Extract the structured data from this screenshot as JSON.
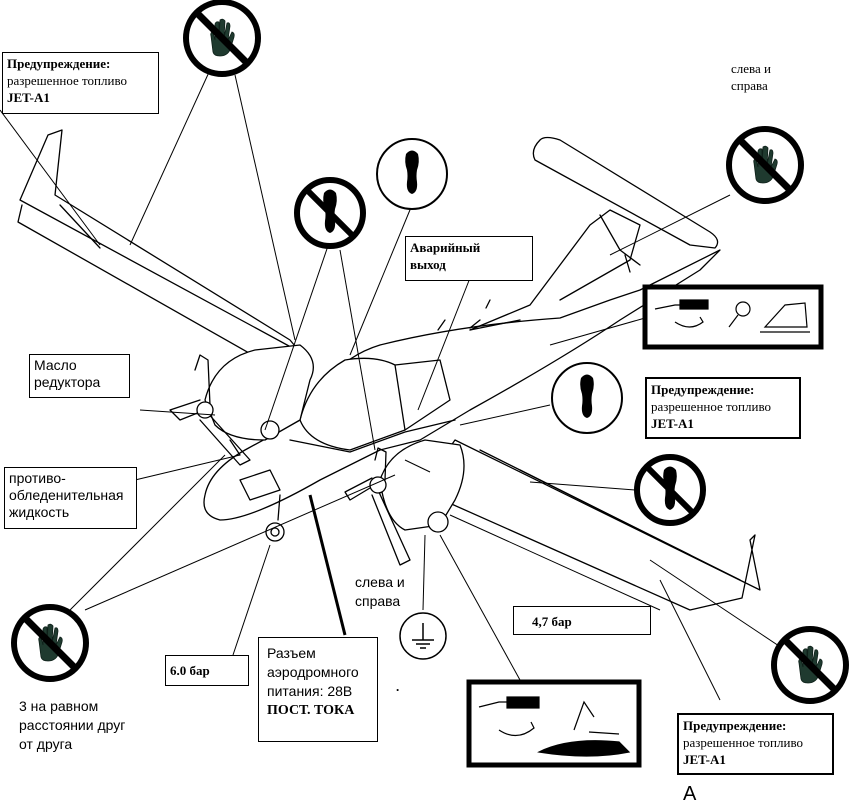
{
  "warning_fuel": {
    "title": "Предупреждение:",
    "line": "разрешенное топливо",
    "fuel": "JET-A1"
  },
  "labels": {
    "both_sides_top": [
      "слева и",
      "справа"
    ],
    "both_sides_bottom": [
      "слева и",
      "справа"
    ],
    "emergency_exit": [
      "Аварийный",
      "выход"
    ],
    "gear_oil": [
      "Масло",
      "редуктора"
    ],
    "deice_fluid": [
      "противо-",
      "обледенительная",
      "жидкость"
    ],
    "equal_distance": [
      "3 на равном",
      "расстоянии друг",
      "от друга"
    ],
    "ground_power": [
      "Разъем",
      "аэродромного",
      "питания: 28В",
      "ПОСТ. ТОКА"
    ],
    "pressure_nose": "6.0 бар",
    "pressure_main": "4,7 бар",
    "dot": ".",
    "corner_letter": "A"
  },
  "icons": [
    "no-step-hand-icon",
    "no-step-foot-icon",
    "step-here-foot-icon",
    "ground-symbol-icon",
    "canopy-procedure-icon"
  ]
}
